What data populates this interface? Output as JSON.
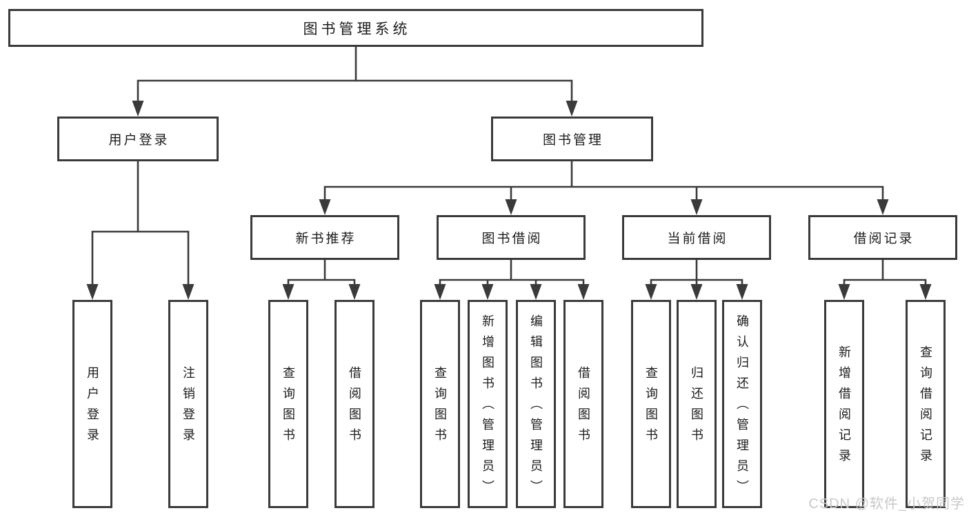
{
  "tree": {
    "label": "图书管理系统",
    "children": [
      {
        "label": "用户登录",
        "children": [
          {
            "label": "用户登录"
          },
          {
            "label": "注销登录"
          }
        ]
      },
      {
        "label": "图书管理",
        "children": [
          {
            "label": "新书推荐",
            "children": [
              {
                "label": "查询图书"
              },
              {
                "label": "借阅图书"
              }
            ]
          },
          {
            "label": "图书借阅",
            "children": [
              {
                "label": "查询图书"
              },
              {
                "label": "新增图书（管理员）"
              },
              {
                "label": "编辑图书（管理员）"
              },
              {
                "label": "借阅图书"
              }
            ]
          },
          {
            "label": "当前借阅",
            "children": [
              {
                "label": "查询图书"
              },
              {
                "label": "归还图书"
              },
              {
                "label": "确认归还（管理员）"
              }
            ]
          },
          {
            "label": "借阅记录",
            "children": [
              {
                "label": "新增借阅记录"
              },
              {
                "label": "查询借阅记录"
              }
            ]
          }
        ]
      }
    ]
  },
  "watermark": {
    "text": "CSDN @软件_小贺同学"
  },
  "colors": {
    "line": "#3a3a3a",
    "box_border": "#3a3a3a",
    "box_fill": "#ffffff",
    "text": "#1c1c1c",
    "watermark": "#c8c8c8",
    "background": "#ffffff"
  }
}
